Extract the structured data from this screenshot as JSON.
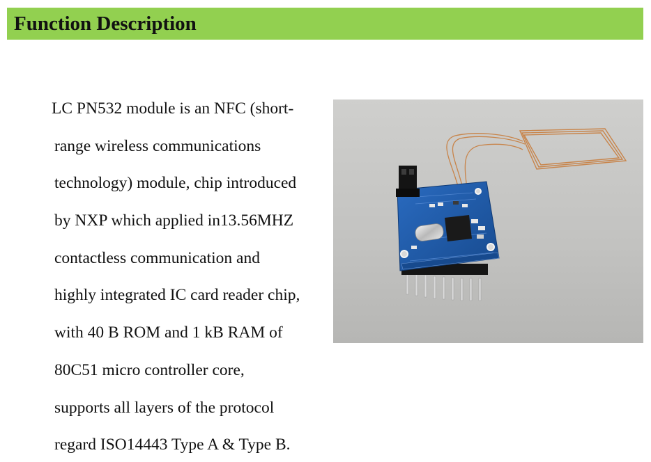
{
  "header": {
    "title": "Function Description",
    "background_color": "#92d050"
  },
  "description": {
    "lines": [
      "LC PN532 module is an NFC (short-",
      "range wireless communications",
      "technology) module, chip introduced",
      "by NXP which  applied in13.56MHZ",
      "contactless communication  and",
      "highly integrated IC card reader chip,",
      "with 40 B ROM and 1 kB RAM of",
      "80C51 micro controller core,",
      "supports all layers of the protocol",
      "regard ISO14443  Type A & Type B."
    ]
  },
  "photo": {
    "subject": "PN532 NFC module board with antenna coil",
    "board_color": "#1f5aa8",
    "antenna_color": "#c8844a"
  }
}
